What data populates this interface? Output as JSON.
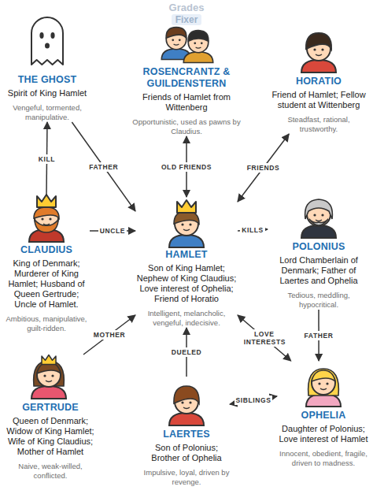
{
  "diagram": {
    "nodes": [
      {
        "text": [
          "THE GHOST",
          "Spirit of King Hamlet",
          "Vengeful, tormented, manipulative."
        ]
      },
      {
        "text": [
          "ROSENCRANTZ & GUILDENSTERN",
          "Friends of Hamlet from Wittenberg",
          "Opportunistic, used as pawns by Claudius."
        ]
      },
      {
        "text": [
          "HORATIO",
          "Friend of Hamlet; Fellow student at Wittenberg",
          "Steadfast, rational, trustworthy."
        ]
      },
      {
        "text": [
          "CLAUDIUS",
          "King of Denmark; Murderer of King Hamlet; Husband of Queen Gertrude; Uncle of Hamlet.",
          "Ambitious, manipulative, guilt-ridden."
        ]
      },
      {
        "text": [
          "HAMLET",
          "Son of King Hamlet; Nephew of King Claudius; Love interest of Ophelia; Friend of Horatio",
          "Intelligent, melancholic, vengeful, indecisive."
        ]
      },
      {
        "text": [
          "POLONIUS",
          "Lord Chamberlain of Denmark; Father of Laertes and Ophelia",
          "Tedious, meddling, hypocritical."
        ]
      },
      {
        "text": [
          "GERTRUDE",
          "Queen of Denmark; Widow of King Hamlet; Wife of King Claudius; Mother of Hamlet",
          "Naive, weak-willed, conflicted."
        ]
      },
      {
        "text": [
          "LAERTES",
          "Son of Polonius; Brother of Ophelia",
          "Impulsive, loyal, driven by revenge."
        ]
      },
      {
        "text": [
          "OPHELIA",
          "Daughter of Polonius; Love interest of Hamlet",
          "Innocent, obedient, fragile, driven to madness."
        ]
      }
    ],
    "edges": [
      {
        "from": 3,
        "to": 0,
        "label": "KILL",
        "arrow": "to"
      },
      {
        "from": 0,
        "to": 4,
        "label": "FATHER",
        "arrow": "to"
      },
      {
        "from": 4,
        "to": 1,
        "label": "OLD FRIENDS",
        "arrow": "both"
      },
      {
        "from": 4,
        "to": 2,
        "label": "FRIENDS",
        "arrow": "both"
      },
      {
        "from": 3,
        "to": 4,
        "label": "UNCLE",
        "arrow": "to"
      },
      {
        "from": 4,
        "to": 5,
        "label": "KILLS",
        "arrow": "to"
      },
      {
        "from": 6,
        "to": 4,
        "label": "MOTHER",
        "arrow": "to"
      },
      {
        "from": 7,
        "to": 4,
        "label": "DUELED",
        "arrow": "to"
      },
      {
        "from": 4,
        "to": 8,
        "label": "LOVE INTERESTS",
        "arrow": "both"
      },
      {
        "from": 5,
        "to": 8,
        "label": "FATHER",
        "arrow": "to"
      },
      {
        "from": 7,
        "to": 8,
        "label": "SIBLINGS",
        "arrow": "both"
      }
    ],
    "labels": [
      "Grades",
      "Fixer"
    ]
  }
}
